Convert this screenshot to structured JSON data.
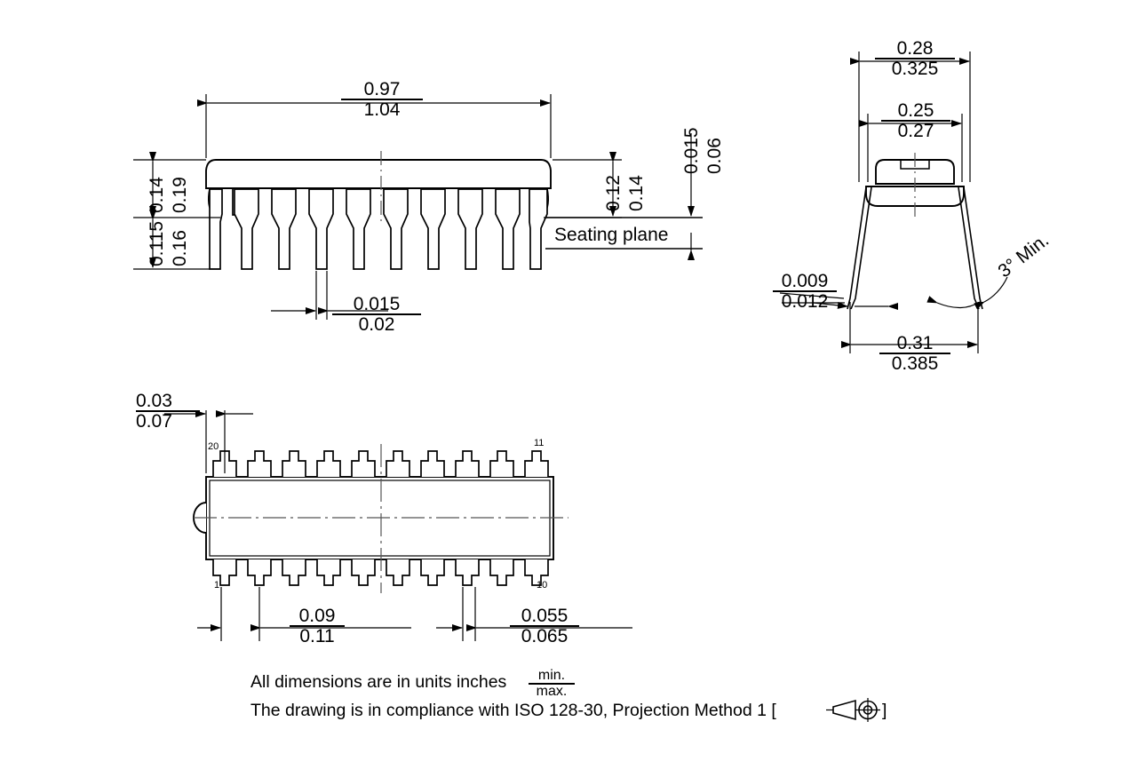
{
  "drawing": {
    "title": "DIP-20 package mechanical drawing",
    "units_note_prefix": "All dimensions are in units inches",
    "units_note_min": "min.",
    "units_note_max": "max.",
    "compliance_note": "The drawing is in compliance with ISO 128-30, Projection Method 1 [",
    "compliance_note_close": "]",
    "seating_plane_label": "Seating plane",
    "draft_angle_label": "3° Min.",
    "line_color": "#000000",
    "background_color": "#ffffff"
  },
  "front_view": {
    "body_length": {
      "min": "0.97",
      "max": "1.04"
    },
    "body_height": {
      "min": "0.14",
      "max": "0.19"
    },
    "lead_length_below_body": {
      "min": "0.115",
      "max": "0.16"
    },
    "seated_height_to_body": {
      "min": "0.12",
      "max": "0.14"
    },
    "standoff_height": {
      "min": "0.015",
      "max": "0.06"
    },
    "lead_thickness": {
      "min": "0.015",
      "max": "0.02"
    },
    "pin_count_visible": 10
  },
  "side_view": {
    "overall_width": {
      "min": "0.28",
      "max": "0.325"
    },
    "body_width": {
      "min": "0.25",
      "max": "0.27"
    },
    "lead_width": {
      "min": "0.009",
      "max": "0.012"
    },
    "lead_span": {
      "min": "0.31",
      "max": "0.385"
    },
    "draft_angle": "3° Min."
  },
  "top_view": {
    "end_to_pin1": {
      "min": "0.03",
      "max": "0.07"
    },
    "pin_pitch_row": {
      "min": "0.09",
      "max": "0.11"
    },
    "pin_width": {
      "min": "0.055",
      "max": "0.065"
    },
    "pin_labels": {
      "pin_20": "20",
      "pin_11": "11",
      "pin_1": "1",
      "pin_10": "10"
    },
    "pins_per_row": 10
  }
}
